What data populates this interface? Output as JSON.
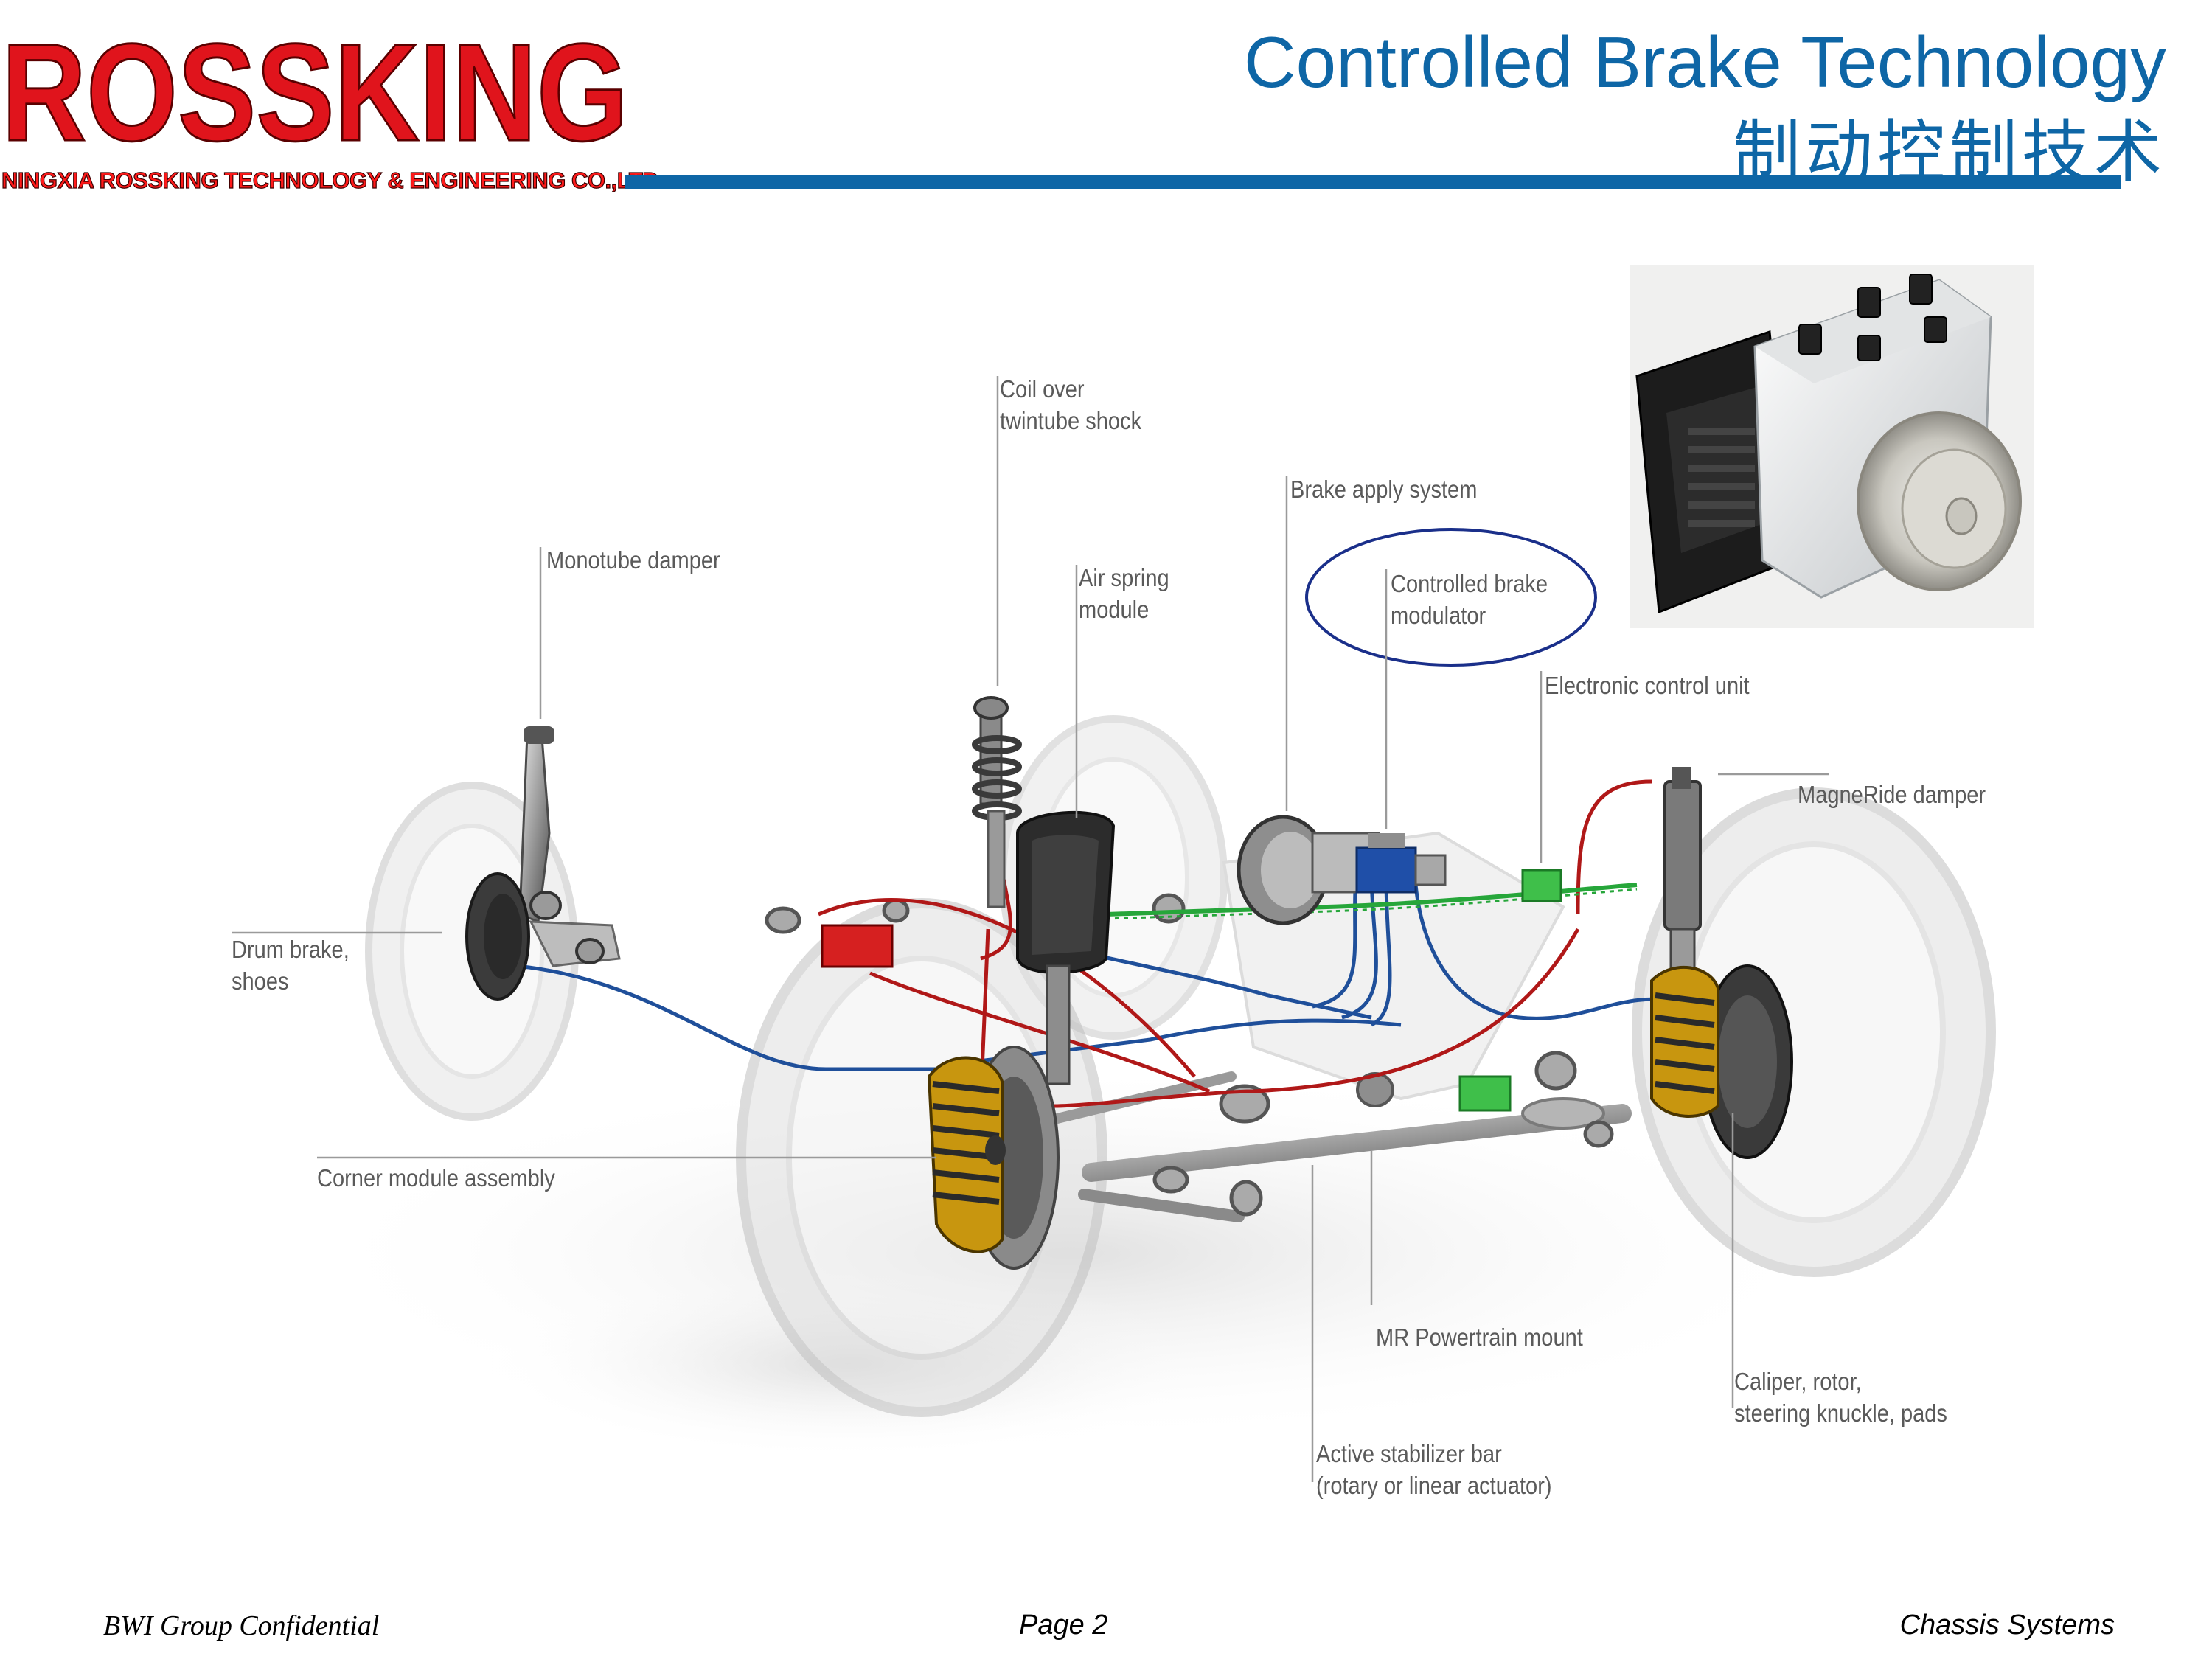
{
  "header": {
    "logo_text": "ROSSKING",
    "company_name": "NINGXIA ROSSKING TECHNOLOGY & ENGINEERING CO.,LTD",
    "title_en": "Controlled Brake Technology",
    "title_cn": "制动控制技术"
  },
  "diagram": {
    "labels": {
      "coil_over": [
        "Coil over",
        "twintube shock"
      ],
      "monotube": [
        "Monotube damper"
      ],
      "air_spring": [
        "Air spring",
        "module"
      ],
      "brake_apply": [
        "Brake apply system"
      ],
      "modulator": [
        "Controlled brake",
        "modulator"
      ],
      "ecu": [
        "Electronic control unit"
      ],
      "magneride": [
        "MagneRide damper"
      ],
      "drum_brake": [
        "Drum brake,",
        "shoes"
      ],
      "corner_module": [
        "Corner module assembly"
      ],
      "powertrain_mount": [
        "MR Powertrain mount"
      ],
      "caliper": [
        "Caliper, rotor,",
        "steering knuckle, pads"
      ],
      "stabilizer": [
        "Active stabilizer bar",
        "(rotary or linear actuator)"
      ]
    }
  },
  "footer": {
    "left": "BWI Group Confidential",
    "center": "Page 2",
    "right": "Chassis Systems"
  },
  "colors": {
    "brand_red": "#e0141c",
    "brand_blue": "#0e66a6",
    "highlight_ellipse": "#1a2f8a",
    "brake_line_red": "#b01818",
    "brake_line_blue": "#1f4f9a",
    "wire_green": "#26a63a"
  }
}
